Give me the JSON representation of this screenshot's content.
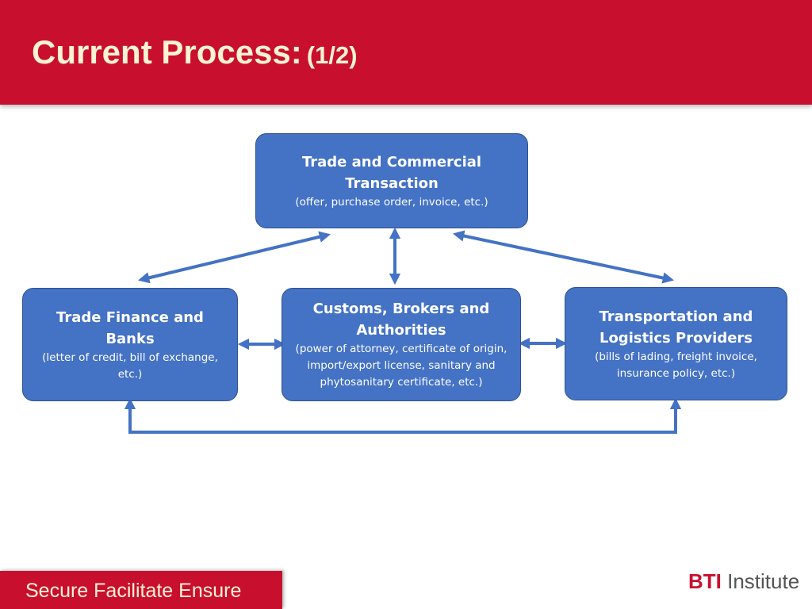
{
  "header": {
    "title": "Current Process:",
    "subtitle": "(1/2)"
  },
  "nodes": {
    "trade": {
      "heading": "Trade and Commercial Transaction",
      "detail": "(offer, purchase order, invoice, etc.)"
    },
    "finance": {
      "heading": "Trade Finance and Banks",
      "detail": "(letter of credit, bill of exchange, etc.)"
    },
    "customs": {
      "heading": "Customs, Brokers and Authorities",
      "detail": "(power of attorney, certificate of origin, import/export license, sanitary and phytosanitary certificate, etc.)"
    },
    "transport": {
      "heading": "Transportation and Logistics Providers",
      "detail": "(bills of lading, freight invoice, insurance policy, etc.)"
    }
  },
  "edges": [
    {
      "from": "trade",
      "to": "finance",
      "direction": "both"
    },
    {
      "from": "trade",
      "to": "customs",
      "direction": "both"
    },
    {
      "from": "trade",
      "to": "transport",
      "direction": "both"
    },
    {
      "from": "finance",
      "to": "customs",
      "direction": "both"
    },
    {
      "from": "customs",
      "to": "transport",
      "direction": "both"
    },
    {
      "from": "finance",
      "to": "transport",
      "direction": "both"
    }
  ],
  "footer": {
    "tagline": "Secure  Facilitate  Ensure",
    "logo_bold": "BTI",
    "logo_light": " Institute"
  },
  "colors": {
    "brand_red": "#c8102e",
    "node_blue": "#4472c4",
    "arrow_blue": "#4472c4",
    "title_text": "#fdf3d3"
  }
}
